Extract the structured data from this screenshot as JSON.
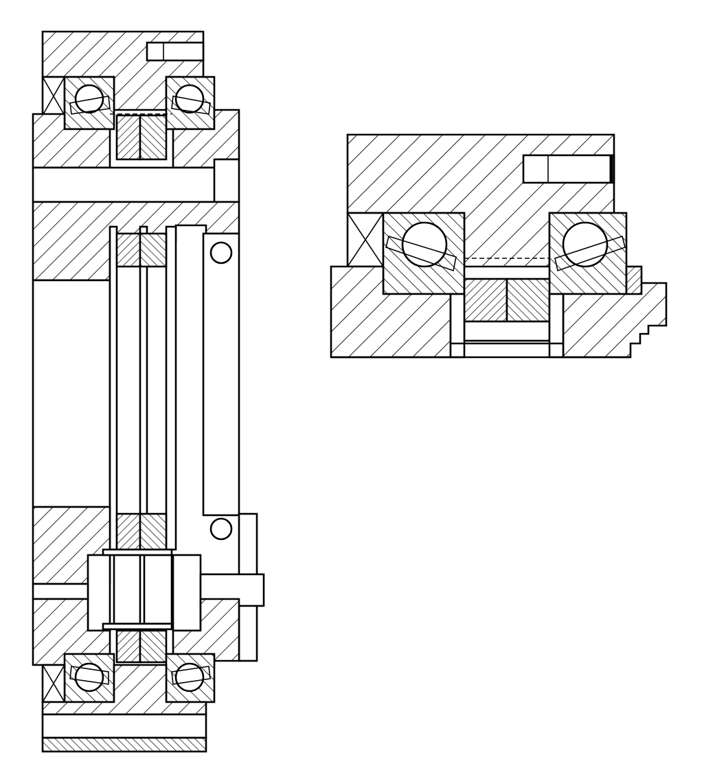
{
  "drawing": {
    "views": [
      {
        "id": "main-view",
        "kind": "full cross-section of bearing assembly"
      },
      {
        "id": "detail-view",
        "kind": "enlarged partial section of bearing arrangement"
      }
    ],
    "colors": {
      "line": "#000000",
      "background": "#ffffff"
    }
  }
}
